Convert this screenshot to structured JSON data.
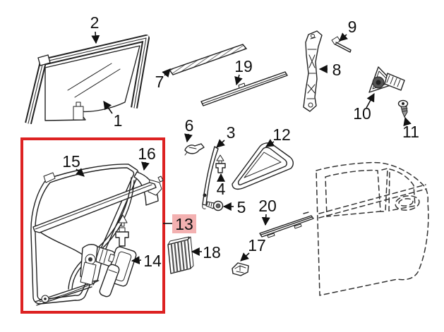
{
  "colors": {
    "background": "#ffffff",
    "line": "#222222",
    "highlight_box": "#dd2222",
    "highlight_label_bg": "#f3b1b1",
    "highlight_label_text": "#c22626"
  },
  "highlighted_part": "13",
  "callouts": {
    "c1": "1",
    "c2": "2",
    "c3": "3",
    "c4": "4",
    "c5": "5",
    "c6": "6",
    "c7": "7",
    "c8": "8",
    "c9": "9",
    "c10": "10",
    "c11": "11",
    "c12": "12",
    "c13": "13",
    "c14": "14",
    "c15": "15",
    "c16": "16",
    "c17": "17",
    "c18": "18",
    "c19": "19",
    "c20": "20"
  }
}
